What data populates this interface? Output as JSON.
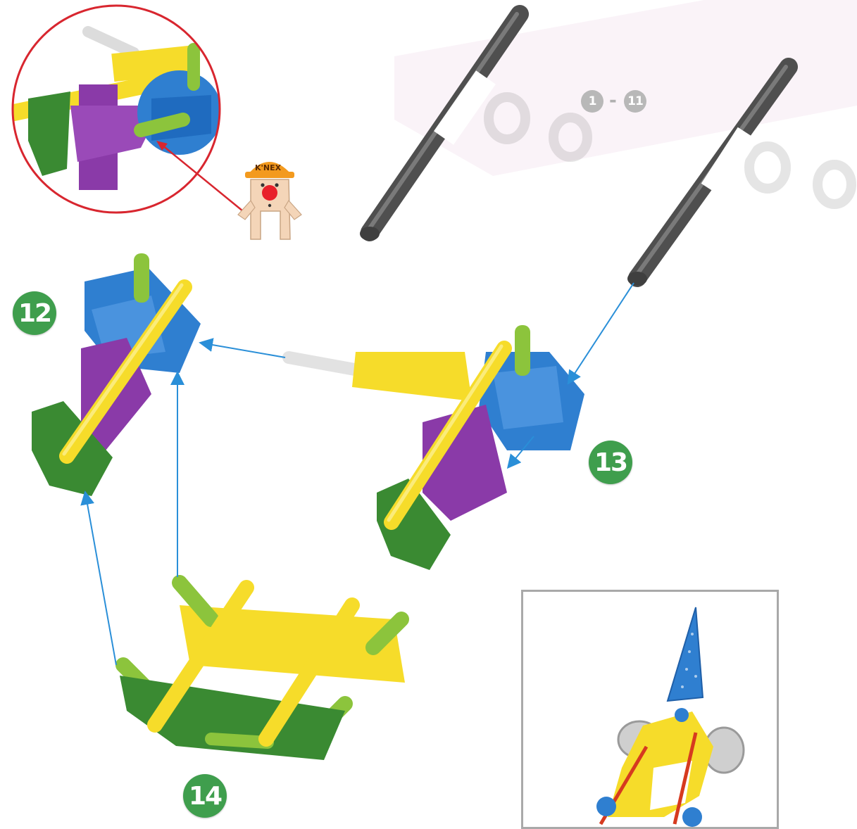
{
  "steps": {
    "range_start": "1",
    "range_end": "11",
    "range_separator": "-",
    "step_12": "12",
    "step_13": "13",
    "step_14": "14"
  },
  "mascot": {
    "hat_text": "K'NEX"
  },
  "colors": {
    "step_badge": "#3f9e4d",
    "arrow": "#2a8fd8",
    "zoom_circle": "#d8262f",
    "rod_gray": "#5a5a5a",
    "yellow": "#f6dc2a",
    "blue": "#2f7fd0",
    "purple": "#8a3aa8",
    "green_dark": "#3a8a32",
    "green_light": "#8cc43c"
  },
  "icons": [
    "knex-mascot-icon",
    "zoom-detail-icon"
  ]
}
